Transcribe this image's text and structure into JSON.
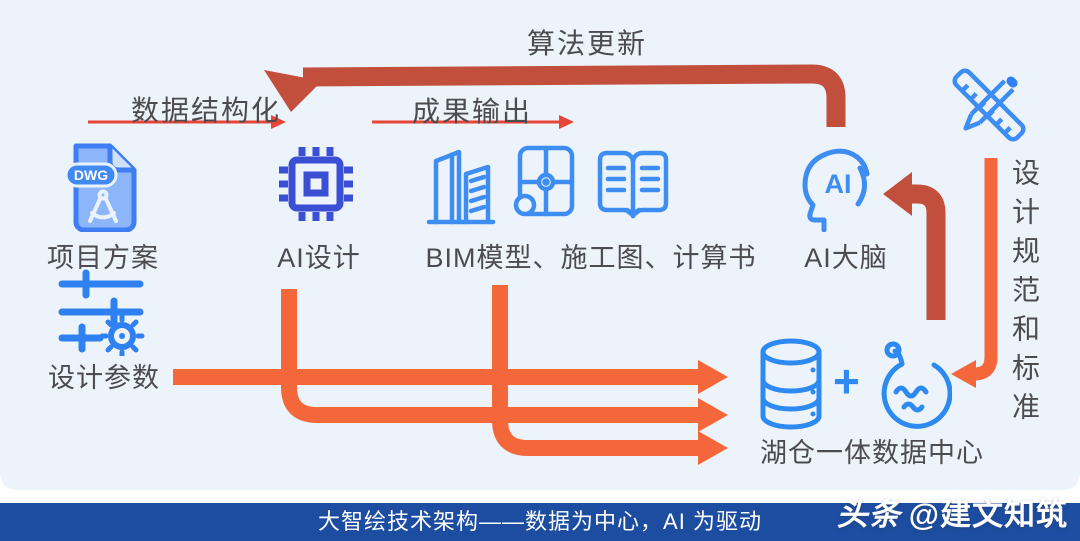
{
  "colors": {
    "background": "#ffffff",
    "panel": "#edf3fb",
    "footer_bar": "#1d4da1",
    "label_text": "#4c4c50",
    "icon_blue": "#3e8df2",
    "icon_indigo": "#3b4fd4",
    "data_blue": "#2e8af0",
    "flow_orange": "#f4673a",
    "loop_red": "#c24e3c",
    "thin_arrow_red": "#e64538"
  },
  "flow_labels": {
    "algorithm_update": "算法更新",
    "data_structuring": "数据结构化",
    "result_output": "成果输出"
  },
  "nodes": {
    "project_plan": {
      "label": "项目方案",
      "icon": "dwg-file-icon",
      "badge": "DWG"
    },
    "design_params": {
      "label": "设计参数",
      "icon": "sliders-icon"
    },
    "ai_design": {
      "label": "AI设计",
      "icon": "chip-icon"
    },
    "outputs": {
      "label": "BIM模型、施工图、计算书",
      "icons": [
        "building-icon",
        "blueprint-icon",
        "book-icon"
      ]
    },
    "ai_brain": {
      "label": "AI大脑",
      "icon": "ai-head-icon",
      "icon_text": "AI"
    },
    "design_standards": {
      "label": "设计规范和标准",
      "icon": "pencil-ruler-icon"
    },
    "data_center": {
      "label": "湖仓一体数据中心",
      "icons": [
        "database-icon",
        "lake-icon"
      ],
      "plus": "+"
    }
  },
  "footer": {
    "caption": "大智绘技术架构——数据为中心，AI 为驱动",
    "watermark_logo": "头条",
    "watermark_handle": "@建文知筑"
  }
}
